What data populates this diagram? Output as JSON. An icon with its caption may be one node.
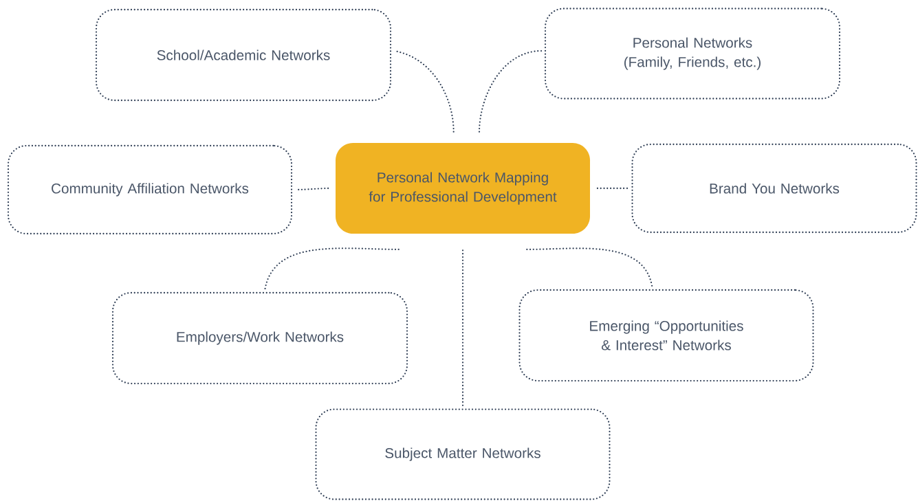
{
  "diagram": {
    "nodes": [
      {
        "text": [
          "Personal Network Mapping for Professional Development"
        ]
      },
      {
        "text": [
          "School/Academic Networks"
        ]
      },
      {
        "text": [
          "Personal Networks (Family, Friends, etc.)"
        ]
      },
      {
        "text": [
          "Community Affiliation Networks"
        ]
      },
      {
        "text": [
          "Brand You Networks"
        ]
      },
      {
        "text": [
          "Employers/Work Networks"
        ]
      },
      {
        "text": [
          "Emerging “Opportunities & Interest” Networks"
        ]
      },
      {
        "text": [
          "Subject Matter Networks"
        ]
      }
    ],
    "edges": [
      {
        "from": 0,
        "to": 1,
        "arrow": "none"
      },
      {
        "from": 0,
        "to": 2,
        "arrow": "none"
      },
      {
        "from": 0,
        "to": 3,
        "arrow": "none"
      },
      {
        "from": 0,
        "to": 4,
        "arrow": "none"
      },
      {
        "from": 0,
        "to": 5,
        "arrow": "none"
      },
      {
        "from": 0,
        "to": 6,
        "arrow": "none"
      },
      {
        "from": 0,
        "to": 7,
        "arrow": "none"
      }
    ]
  }
}
